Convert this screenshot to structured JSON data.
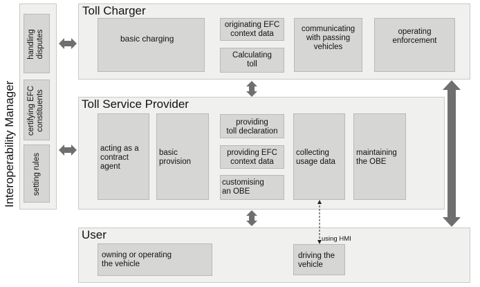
{
  "interoperability_manager": {
    "title": "Interoperability Manager",
    "items": [
      {
        "line1": "handling",
        "line2": "disputes"
      },
      {
        "line1": "certifying EFC",
        "line2": "constituents"
      },
      {
        "line1": "setting rules",
        "line2": ""
      }
    ]
  },
  "toll_charger": {
    "title": "Toll Charger",
    "basic_charging": "basic charging",
    "originating": {
      "line1": "originating EFC",
      "line2": "context data"
    },
    "calculating": {
      "line1": "Calculating",
      "line2": "toll"
    },
    "communicating": {
      "line1": "communicating",
      "line2": "with passing",
      "line3": "vehicles"
    },
    "enforcement": {
      "line1": "operating",
      "line2": "enforcement"
    }
  },
  "toll_service_provider": {
    "title": "Toll Service Provider",
    "contract_agent": {
      "line1": "acting as a",
      "line2": "contract",
      "line3": "agent"
    },
    "basic_provision": {
      "line1": "basic",
      "line2": "provision"
    },
    "toll_declaration": {
      "line1": "providing",
      "line2": "toll declaration"
    },
    "efc_context": {
      "line1": "providing EFC",
      "line2": "context data"
    },
    "customising": {
      "line1": "customising",
      "line2": "an OBE"
    },
    "usage_data": {
      "line1": "collecting",
      "line2": "usage data"
    },
    "maintaining": {
      "line1": "maintaining",
      "line2": "the OBE"
    }
  },
  "user": {
    "title": "User",
    "owning": {
      "line1": "owning or operating",
      "line2": "the vehicle"
    },
    "driving": {
      "line1": "driving the",
      "line2": "vehicle"
    }
  },
  "connector_label": "using HMI",
  "colors": {
    "panel": "#f0f0ee",
    "box": "#d6d6d4",
    "arrow": "#6f6f6f"
  }
}
